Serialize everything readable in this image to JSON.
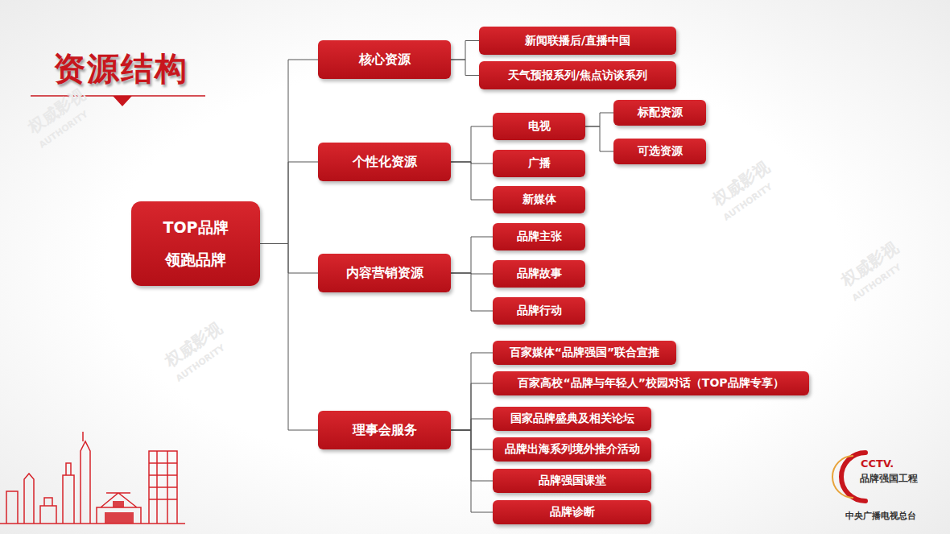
{
  "diagram": {
    "title": "资源结构",
    "nodes": [
      {
        "text": [
          "TOP品牌",
          "领跑品牌"
        ]
      },
      {
        "text": [
          "核心资源"
        ]
      },
      {
        "text": [
          "新闻联播后/直播中国"
        ]
      },
      {
        "text": [
          "天气预报系列/焦点访谈系列"
        ]
      },
      {
        "text": [
          "个性化资源"
        ]
      },
      {
        "text": [
          "电视"
        ]
      },
      {
        "text": [
          "标配资源"
        ]
      },
      {
        "text": [
          "可选资源"
        ]
      },
      {
        "text": [
          "广播"
        ]
      },
      {
        "text": [
          "新媒体"
        ]
      },
      {
        "text": [
          "内容营销资源"
        ]
      },
      {
        "text": [
          "品牌主张"
        ]
      },
      {
        "text": [
          "品牌故事"
        ]
      },
      {
        "text": [
          "品牌行动"
        ]
      },
      {
        "text": [
          "理事会服务"
        ]
      },
      {
        "text": [
          "百家媒体“品牌强国”联合宣推"
        ]
      },
      {
        "text": [
          "百家高校“品牌与年轻人”校园对话（TOP品牌专享）"
        ]
      },
      {
        "text": [
          "国家品牌盛典及相关论坛"
        ]
      },
      {
        "text": [
          "品牌出海系列境外推介活动"
        ]
      },
      {
        "text": [
          "品牌强国课堂"
        ]
      },
      {
        "text": [
          "品牌诊断"
        ]
      }
    ],
    "edges": [
      {
        "from": 0,
        "to": 1,
        "arrow": "none"
      },
      {
        "from": 0,
        "to": 4,
        "arrow": "none"
      },
      {
        "from": 0,
        "to": 10,
        "arrow": "none"
      },
      {
        "from": 0,
        "to": 14,
        "arrow": "none"
      },
      {
        "from": 1,
        "to": 2,
        "arrow": "none"
      },
      {
        "from": 1,
        "to": 3,
        "arrow": "none"
      },
      {
        "from": 4,
        "to": 5,
        "arrow": "none"
      },
      {
        "from": 4,
        "to": 8,
        "arrow": "none"
      },
      {
        "from": 4,
        "to": 9,
        "arrow": "none"
      },
      {
        "from": 5,
        "to": 6,
        "arrow": "none"
      },
      {
        "from": 5,
        "to": 7,
        "arrow": "none"
      },
      {
        "from": 10,
        "to": 11,
        "arrow": "none"
      },
      {
        "from": 10,
        "to": 12,
        "arrow": "none"
      },
      {
        "from": 10,
        "to": 13,
        "arrow": "none"
      },
      {
        "from": 14,
        "to": 15,
        "arrow": "none"
      },
      {
        "from": 14,
        "to": 16,
        "arrow": "none"
      },
      {
        "from": 14,
        "to": 17,
        "arrow": "none"
      },
      {
        "from": 14,
        "to": 18,
        "arrow": "none"
      },
      {
        "from": 14,
        "to": 19,
        "arrow": "none"
      },
      {
        "from": 14,
        "to": 20,
        "arrow": "none"
      }
    ],
    "labels": [
      "权威影视",
      "AUTHORITY",
      "权威影视",
      "AUTHORITY",
      "权威影视",
      "AUTHORITY",
      "权威影视",
      "AUTHORITY",
      "CCTV.",
      "品牌强国工程",
      "中央广播电视总台"
    ]
  }
}
